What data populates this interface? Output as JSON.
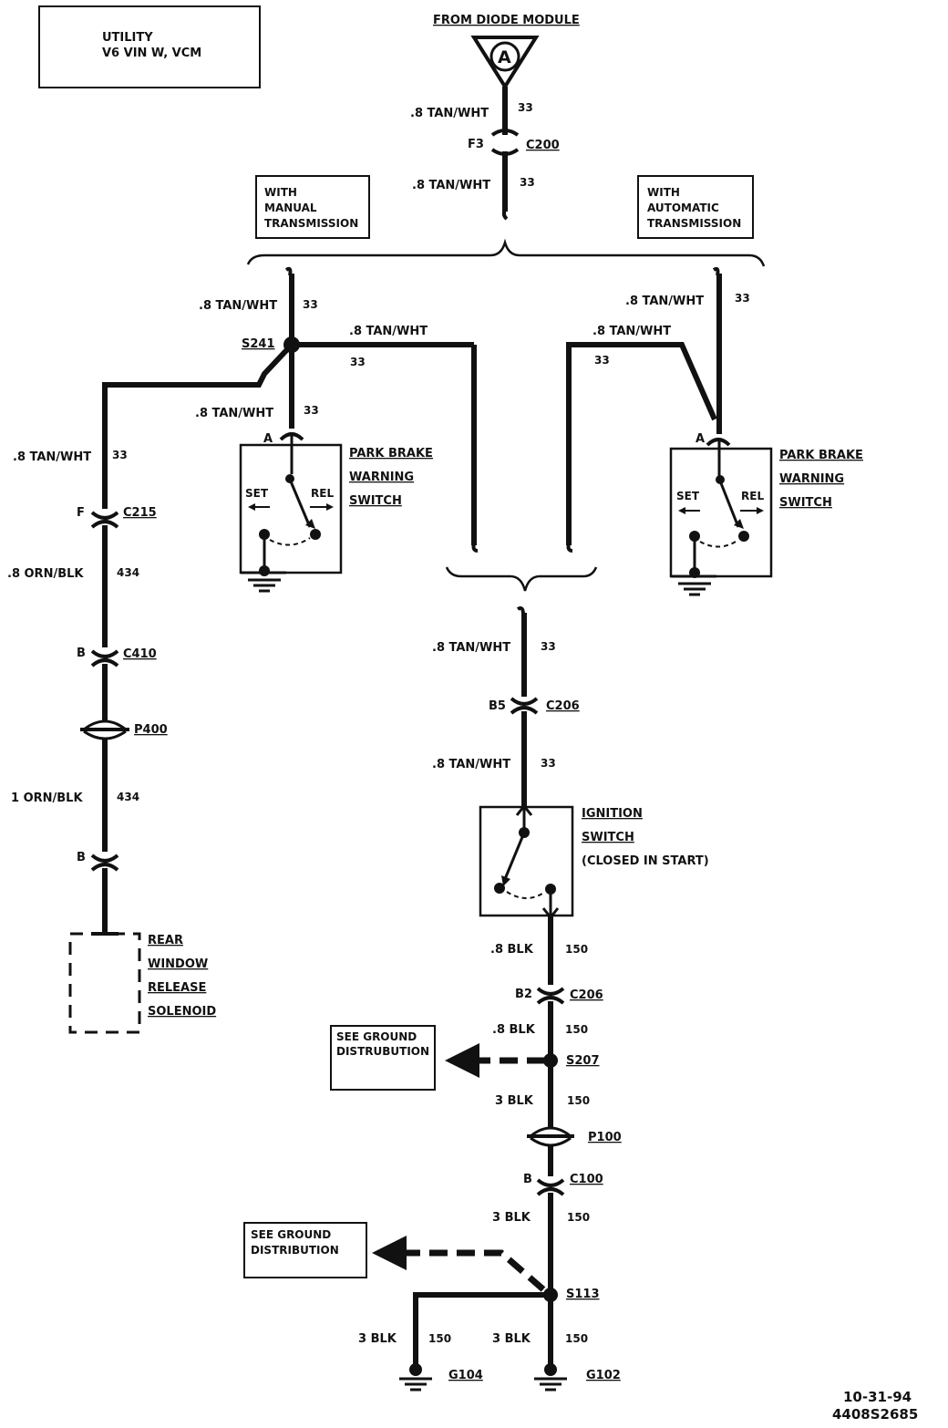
{
  "header_box": {
    "line1": "UTILITY",
    "line2": "V6 VIN W, VCM"
  },
  "source": {
    "label": "FROM DIODE MODULE",
    "letter": "A"
  },
  "wires": {
    "tan_wht": ".8 TAN/WHT",
    "circuit_33": "33",
    "orn_blk_08": ".8 ORN/BLK",
    "orn_blk_1": "1 ORN/BLK",
    "circuit_434": "434",
    "blk_08": ".8 BLK",
    "blk_3": "3 BLK",
    "circuit_150": "150"
  },
  "connectors": {
    "c200": "C200",
    "c200_pin": "F3",
    "c215": "C215",
    "c215_pin": "F",
    "c410": "C410",
    "c410_pin": "B",
    "p400": "P400",
    "pin_b": "B",
    "c206": "C206",
    "c206_pin_top": "B5",
    "c206_pin_bottom": "B2",
    "p100": "P100",
    "c100": "C100",
    "c100_pin": "B",
    "pin_a": "A"
  },
  "splices": {
    "s241": "S241",
    "s207": "S207",
    "s113": "S113"
  },
  "grounds": {
    "g104": "G104",
    "g102": "G102"
  },
  "options": {
    "manual": [
      "WITH",
      "MANUAL",
      "TRANSMISSION"
    ],
    "automatic": [
      "WITH",
      "AUTOMATIC",
      "TRANSMISSION"
    ]
  },
  "park_brake_switch": {
    "lines": [
      "PARK BRAKE",
      "WARNING",
      "SWITCH"
    ],
    "set": "SET",
    "rel": "REL"
  },
  "ignition_switch": {
    "lines": [
      "IGNITION",
      "SWITCH",
      "(CLOSED IN START)"
    ]
  },
  "solenoid": {
    "lines": [
      "REAR",
      "WINDOW",
      "RELEASE",
      "SOLENOID"
    ]
  },
  "ground_distribution": {
    "line1": "SEE GROUND",
    "line2": "DISTRUBUTION",
    "line2_alt": "DISTRIBUTION"
  },
  "footer": {
    "date": "10-31-94",
    "code": "4408S2685"
  }
}
